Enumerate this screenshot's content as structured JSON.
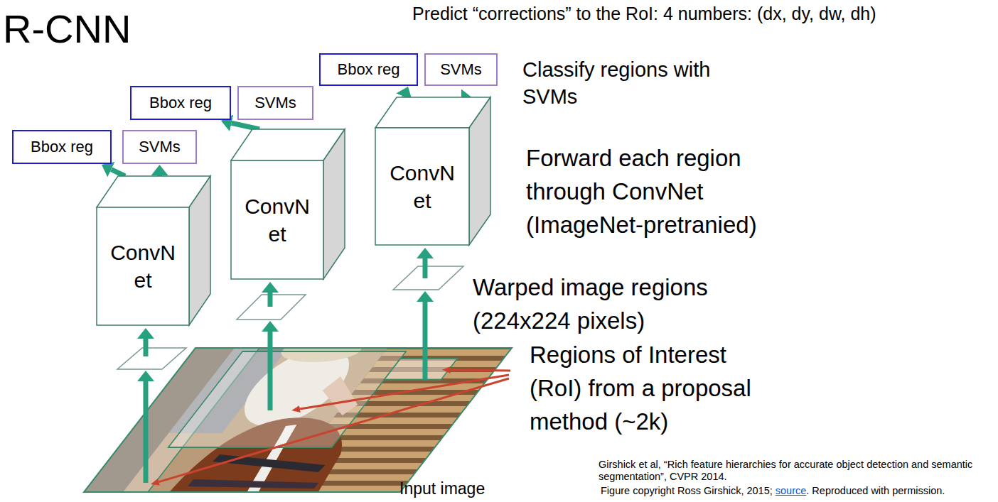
{
  "diagram": {
    "title": "R-CNN",
    "nodes": [
      {
        "text": [
          "Bbox reg"
        ]
      },
      {
        "text": [
          "SVMs"
        ]
      },
      {
        "text": [
          "ConvN et"
        ]
      },
      {
        "text": [
          "Bbox reg"
        ]
      },
      {
        "text": [
          "SVMs"
        ]
      },
      {
        "text": [
          "ConvN et"
        ]
      },
      {
        "text": [
          "Bbox reg"
        ]
      },
      {
        "text": [
          "SVMs"
        ]
      },
      {
        "text": [
          "ConvN et"
        ]
      }
    ],
    "edges": [
      {
        "from": 2,
        "to": 0,
        "arrow": "to"
      },
      {
        "from": 2,
        "to": 1,
        "arrow": "to"
      },
      {
        "from": 5,
        "to": 3,
        "arrow": "to"
      },
      {
        "from": 5,
        "to": 4,
        "arrow": "to"
      },
      {
        "from": 8,
        "to": 6,
        "arrow": "to"
      },
      {
        "from": 8,
        "to": 7,
        "arrow": "to"
      }
    ],
    "labels": [
      "Predict “corrections” to the RoI: 4 numbers: (dx, dy, dw, dh)",
      "Classify regions with SVMs",
      "Forward each region through ConvNet (ImageNet-pretranied)",
      "Warped image regions (224x224 pixels)",
      "Regions of Interest (RoI) from a proposal method (~2k)",
      "Input image",
      "Girshick et al, “Rich feature hierarchies for accurate object detection and semantic segmentation”, CVPR 2014.",
      "Figure copyright Ross Girshick, 2015;",
      "source",
      ". Reproduced with permission."
    ]
  }
}
